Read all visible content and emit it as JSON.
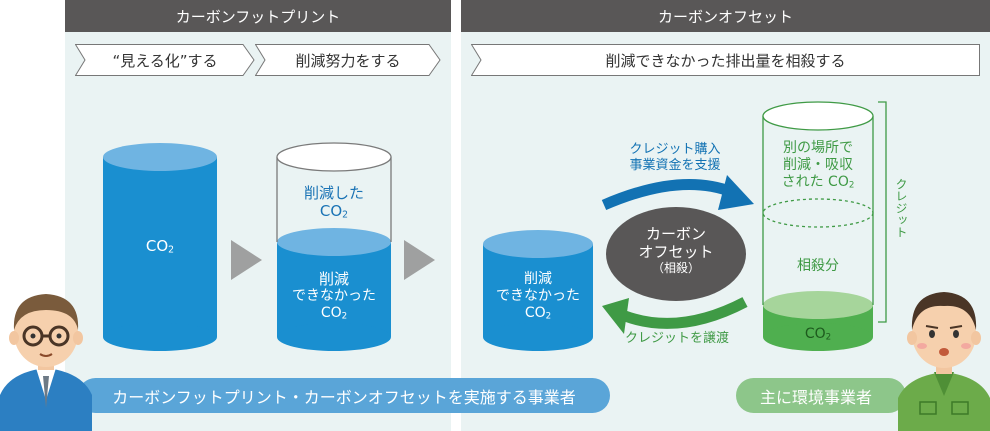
{
  "panels": {
    "footprint": {
      "title": "カーボンフットプリント",
      "steps": [
        "“見える化”する",
        "削減努力をする"
      ],
      "cylinder_full_label": "CO",
      "cylinder_partial_top_label": [
        "削減した",
        "CO"
      ],
      "cylinder_partial_bottom_label": [
        "削減",
        "できなかった",
        "CO"
      ]
    },
    "offset": {
      "title": "カーボンオフセット",
      "step": "削減できなかった排出量を相殺する",
      "cylinder_left_label": [
        "削減",
        "できなかった",
        "CO"
      ],
      "center_circle": [
        "カーボン",
        "オフセット",
        "（相殺）"
      ],
      "arrow_top_label": [
        "クレジット購入",
        "事業資金を支援"
      ],
      "arrow_bottom_label": "クレジットを譲渡",
      "cylinder_right_top_label": [
        "別の場所で",
        "削減・吸収",
        "された CO"
      ],
      "cylinder_right_middle_label": "相殺分",
      "cylinder_right_bottom_label": "CO",
      "bracket_label": "クレジット"
    }
  },
  "subscript_2": "2",
  "bottom_bar": {
    "left_label": "カーボンフットプリント・カーボンオフセットを実施する事業者",
    "right_label": "主に環境事業者"
  },
  "colors": {
    "header": "#595757",
    "panel_bg": "#eaf3f3",
    "blue": "#1a8fd0",
    "dark_blue": "#1272b3",
    "green": "#5cb85c",
    "pill_blue": "#5aa5d8",
    "pill_green": "#8dc68a"
  }
}
